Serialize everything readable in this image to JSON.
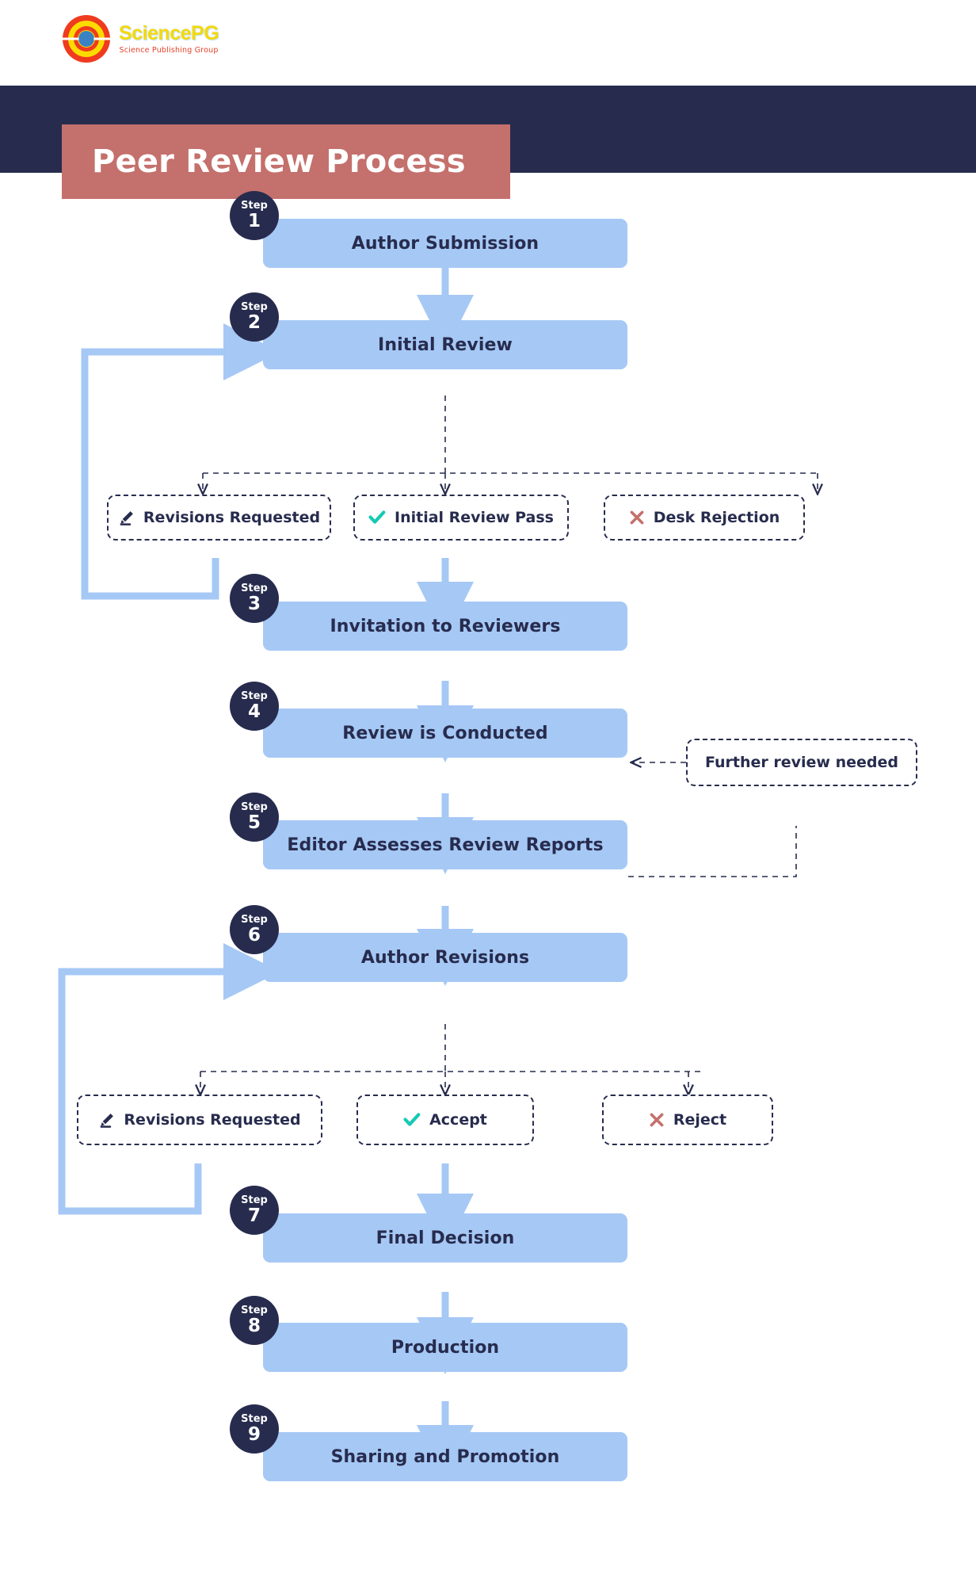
{
  "brand": {
    "name_part1": "Science",
    "name_part2": "PG",
    "tagline": "Science Publishing Group",
    "logo_icon": "sciencepg-target-logo"
  },
  "header": {
    "title": "Peer Review Process",
    "band_color": "#272c4e",
    "title_block_color": "#c4706c"
  },
  "colors": {
    "navy": "#272c4e",
    "light_blue": "#a6c8f5",
    "salmon": "#c4706c",
    "teal": "#17c9b4",
    "reject_red": "#c4706c"
  },
  "step_label": "Step",
  "steps": [
    {
      "num": "1",
      "label": "Author Submission"
    },
    {
      "num": "2",
      "label": "Initial Review"
    },
    {
      "num": "3",
      "label": "Invitation to Reviewers"
    },
    {
      "num": "4",
      "label": "Review is Conducted"
    },
    {
      "num": "5",
      "label": "Editor Assesses Review Reports"
    },
    {
      "num": "6",
      "label": "Author Revisions"
    },
    {
      "num": "7",
      "label": "Final Decision"
    },
    {
      "num": "8",
      "label": "Production"
    },
    {
      "num": "9",
      "label": "Sharing and Promotion"
    }
  ],
  "decisions_row1": [
    {
      "label": "Revisions Requested",
      "icon": "pencil-icon"
    },
    {
      "label": "Initial Review Pass",
      "icon": "check-icon"
    },
    {
      "label": "Desk Rejection",
      "icon": "cross-icon"
    }
  ],
  "decisions_row2": [
    {
      "label": "Revisions Requested",
      "icon": "pencil-icon"
    },
    {
      "label": "Accept",
      "icon": "check-icon"
    },
    {
      "label": "Reject",
      "icon": "cross-icon"
    }
  ],
  "notes": [
    {
      "label": "Further review needed"
    }
  ]
}
